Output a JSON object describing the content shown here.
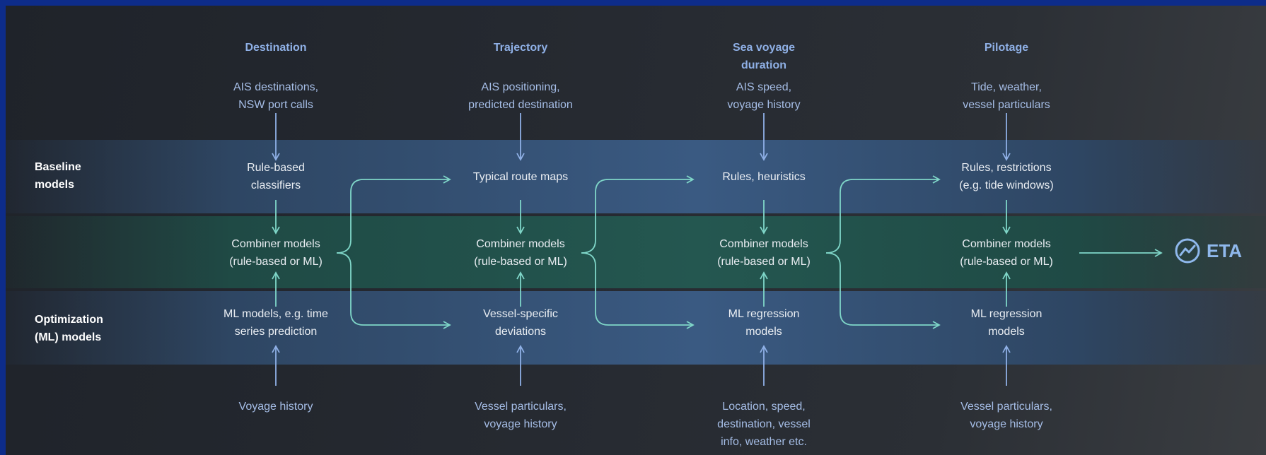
{
  "rows": {
    "baseline": [
      "Baseline",
      "models"
    ],
    "ml": [
      "Optimization",
      "(ML) models"
    ]
  },
  "columns": [
    {
      "heading": [
        "Destination"
      ],
      "inputs": [
        "AIS destinations,",
        "NSW port calls"
      ],
      "baseline": [
        "Rule-based",
        "classifiers"
      ],
      "combiner": [
        "Combiner models",
        "(rule-based or ML)"
      ],
      "ml": [
        "ML models, e.g. time",
        "series prediction"
      ],
      "ml_inputs": [
        "Voyage history"
      ]
    },
    {
      "heading": [
        "Trajectory"
      ],
      "inputs": [
        "AIS positioning,",
        "predicted destination"
      ],
      "baseline": [
        "Typical route maps"
      ],
      "combiner": [
        "Combiner models",
        "(rule-based or ML)"
      ],
      "ml": [
        "Vessel-specific",
        "deviations"
      ],
      "ml_inputs": [
        "Vessel particulars,",
        "voyage history"
      ]
    },
    {
      "heading": [
        "Sea voyage",
        "duration"
      ],
      "inputs": [
        "AIS speed,",
        "voyage history"
      ],
      "baseline": [
        "Rules, heuristics"
      ],
      "combiner": [
        "Combiner models",
        "(rule-based or ML)"
      ],
      "ml": [
        "ML regression",
        "models"
      ],
      "ml_inputs": [
        "Location, speed,",
        "destination, vessel",
        "info, weather etc."
      ]
    },
    {
      "heading": [
        "Pilotage"
      ],
      "inputs": [
        "Tide, weather,",
        "vessel particulars"
      ],
      "baseline": [
        "Rules, restrictions",
        "(e.g. tide windows)"
      ],
      "combiner": [
        "Combiner models",
        "(rule-based or ML)"
      ],
      "ml": [
        "ML regression",
        "models"
      ],
      "ml_inputs": [
        "Vessel particulars,",
        "voyage history"
      ]
    }
  ],
  "output": {
    "label": "ETA",
    "icon": "eta-gauge-icon"
  },
  "colors": {
    "border": "#0d2c8a",
    "arrow_input": "#8fb0e6",
    "arrow_flow": "#7fd6c8",
    "heading": "#8fb0e6",
    "eta": "#8fb8ec"
  }
}
